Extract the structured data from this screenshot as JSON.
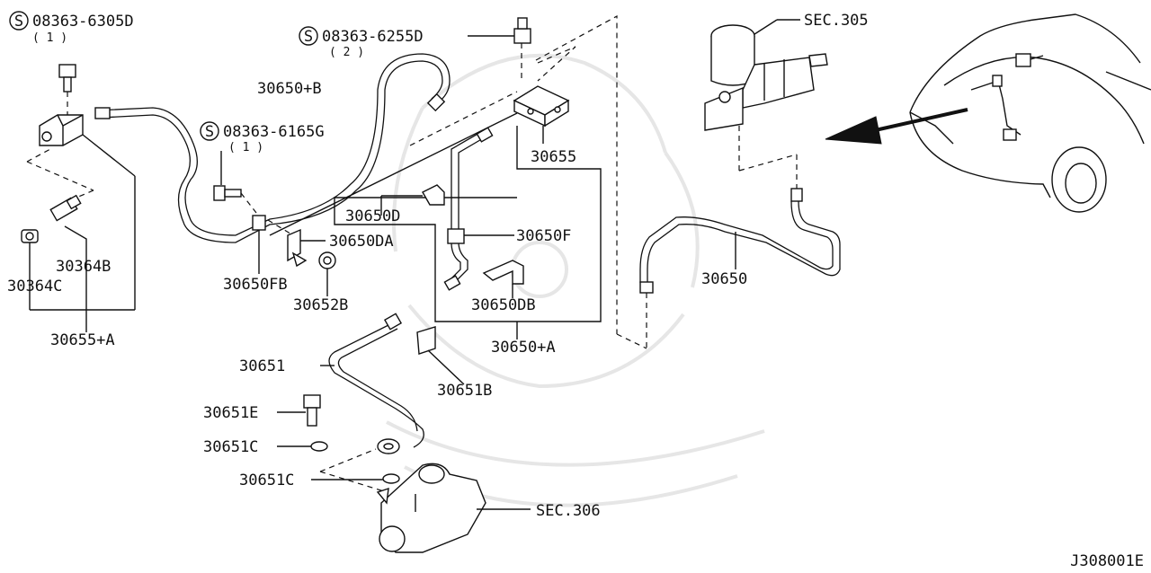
{
  "parts": {
    "s_08363_6305D": "08363-6305D",
    "s_08363_6305D_qty": "( 1 )",
    "s_08363_6255D": "08363-6255D",
    "s_08363_6255D_qty": "( 2 )",
    "s_08363_6165G": "08363-6165G",
    "s_08363_6165G_qty": "( 1 )",
    "p_30650_B": "30650+B",
    "p_30655": "30655",
    "p_30650D": "30650D",
    "p_30650F": "30650F",
    "p_30650DA": "30650DA",
    "p_30650FB": "30650FB",
    "p_30652B": "30652B",
    "p_30650DB": "30650DB",
    "p_30650_A": "30650+A",
    "p_30364B": "30364B",
    "p_30364C": "30364C",
    "p_30655_A": "30655+A",
    "p_30651": "30651",
    "p_30651B": "30651B",
    "p_30651E": "30651E",
    "p_30651C_1": "30651C",
    "p_30651C_2": "30651C",
    "p_30650": "30650",
    "sec_305": "SEC.305",
    "sec_306": "SEC.306"
  },
  "symbols": {
    "standard_part": "S"
  },
  "icons": [
    "bolt-icon",
    "bracket-icon",
    "pipe-icon",
    "master-cylinder-icon",
    "operating-cylinder-icon",
    "vehicle-icon",
    "arrow-icon"
  ],
  "diagram_code": "J308001E"
}
